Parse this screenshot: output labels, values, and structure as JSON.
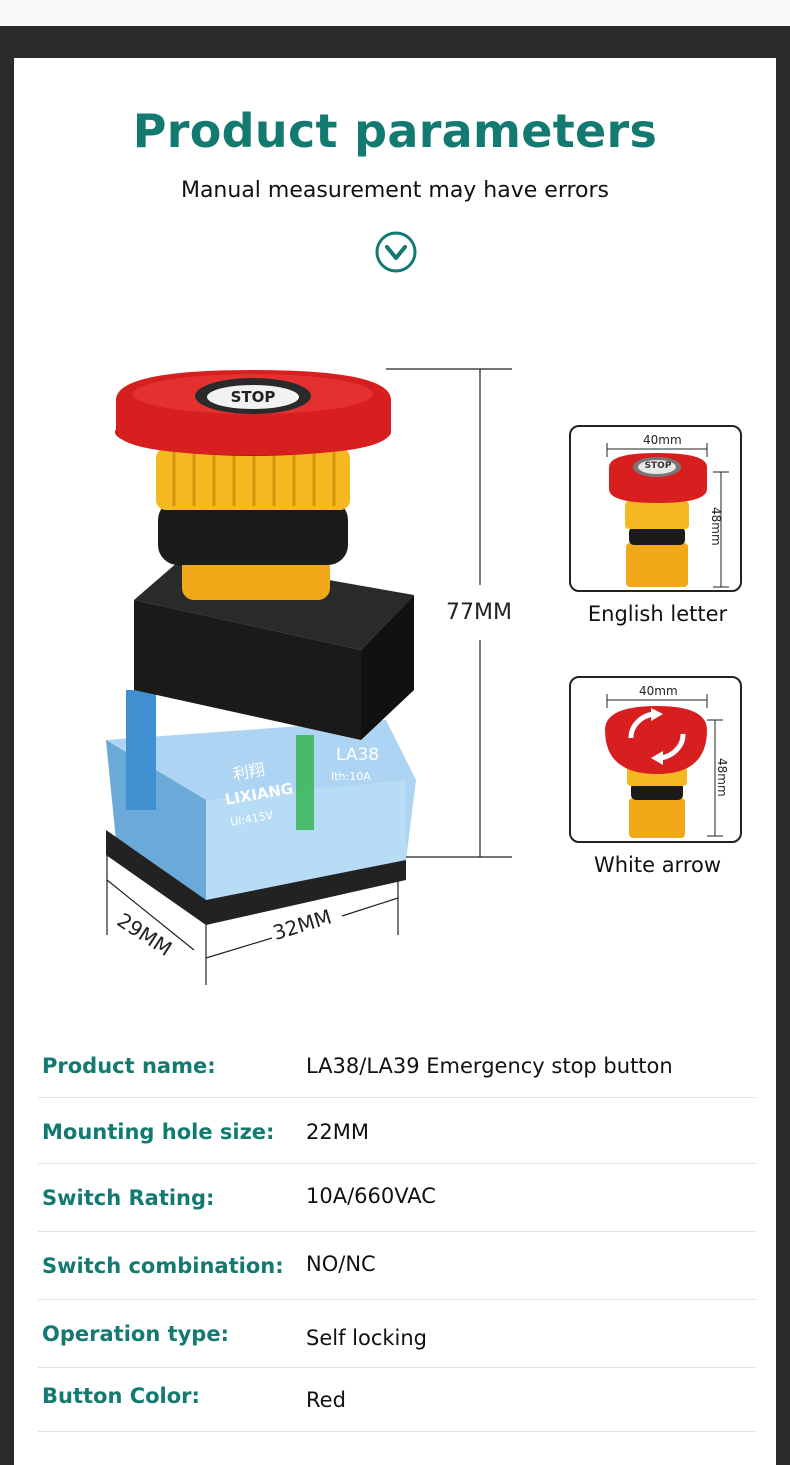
{
  "header": {
    "title": "Product parameters",
    "subtitle": "Manual measurement may have errors"
  },
  "main_figure": {
    "height_label": "77MM",
    "depth_label": "29MM",
    "width_label": "32MM",
    "cap_text": "STOP",
    "brand_cn": "利翔",
    "brand_en": "LIXIANG",
    "model": "LA38",
    "rating_text": "Ith:10A",
    "voltage_text": "Ui:415V"
  },
  "variants": [
    {
      "caption": "English letter",
      "cap_text": "STOP",
      "width_label": "40mm",
      "height_label": "48mm"
    },
    {
      "caption": "White arrow",
      "width_label": "40mm",
      "height_label": "48mm"
    }
  ],
  "specs": [
    {
      "label": "Product name:",
      "value": "LA38/LA39 Emergency stop button"
    },
    {
      "label": "Mounting hole size:",
      "value": "22MM"
    },
    {
      "label": "Switch Rating:",
      "value": "10A/660VAC"
    },
    {
      "label": "Switch combination:",
      "value": "NO/NC"
    },
    {
      "label": "Operation type:",
      "value": "Self locking"
    },
    {
      "label": "Button Color:",
      "value": "Red"
    }
  ],
  "colors": {
    "accent": "#137a72",
    "cap_red": "#d81f1f",
    "collar_yellow": "#f3b51d",
    "housing_black": "#1e1e1e",
    "base_blue": "#8fc3e6"
  },
  "icons": {
    "header_icon": "chevron-down-circle-icon"
  }
}
